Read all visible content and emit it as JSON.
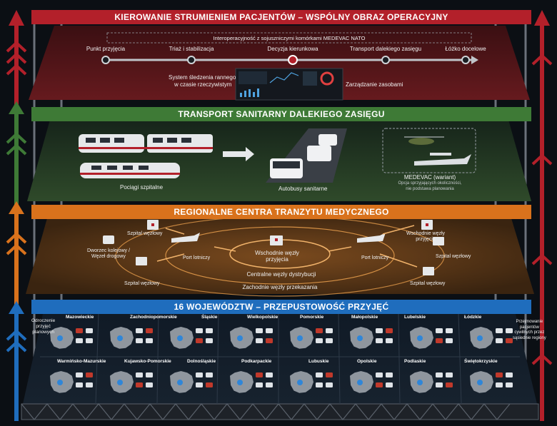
{
  "colors": {
    "red": "#b3202a",
    "green": "#3e7a36",
    "orange": "#d9721c",
    "blue": "#1f6dbd",
    "background": "#0b0f14"
  },
  "layer1": {
    "title": "KIEROWANIE STRUMIENIEM PACJENTÓW – WSPÓLNY OBRAZ OPERACYJNY",
    "interop": "Interoperacyjność z sojuszniczymi komórkami MEDEVAC NATO",
    "steps": [
      "Punkt przyjęcia",
      "Triaż i stabilizacja",
      "Decyzja kierunkowa",
      "Transport dalekiego zasięgu",
      "Łóżko docelowe"
    ],
    "tracking_line1": "System śledzenia rannego",
    "tracking_line2": "w czasie rzeczywistym",
    "resources": "Zarządzanie zasobami"
  },
  "layer2": {
    "title": "TRANSPORT SANITARNY DALEKIEGO ZASIĘGU",
    "trains": "Pociągi szpitalne",
    "buses": "Autobusy sanitarne",
    "medevac": "MEDEVAC (wariant)",
    "medevac_note1": "Opcja sprzyjających okoliczności,",
    "medevac_note2": "nie podstawa planowania"
  },
  "layer3": {
    "title": "REGIONALNE CENTRA TRANZYTU MEDYCZNEGO",
    "hospital_hub": "Szpital węzłowy",
    "hubs_east_line1": "Wschodnie węzły",
    "hubs_east_line2": "przyjęcia",
    "station_line1": "Dworzec kolejowy /",
    "station_line2": "Węzeł drogowy",
    "airport": "Port lotniczy",
    "central": "Centralne węzły dystrybucji",
    "west": "Zachodnie węzły przekazania",
    "east_hubs_right_line1": "Wschodnie węzły",
    "east_hubs_right_line2": "przyjęcia"
  },
  "layer4": {
    "title": "16 WOJEWÓDZTW – PRZEPUSTOWOŚĆ PRZYJĘĆ",
    "left_note": [
      "Odroczenie",
      "przyjęć",
      "planowych"
    ],
    "right_note": [
      "Przejmowanie",
      "pacjentów",
      "cywilnych przez",
      "sąsiednie regiony"
    ],
    "row1": [
      "Mazowieckie",
      "Zachodniopomorskie",
      "Śląskie",
      "Wielkopolskie",
      "Pomorskie",
      "Małopolskie",
      "Lubelskie",
      "Łódzkie"
    ],
    "row2": [
      "Warmińsko-Mazurskie",
      "Kujawsko-Pomorskie",
      "Dolnośląskie",
      "Podkarpackie",
      "Lubuskie",
      "Opolskie",
      "Podlaskie",
      "Świętokrzyskie"
    ]
  }
}
